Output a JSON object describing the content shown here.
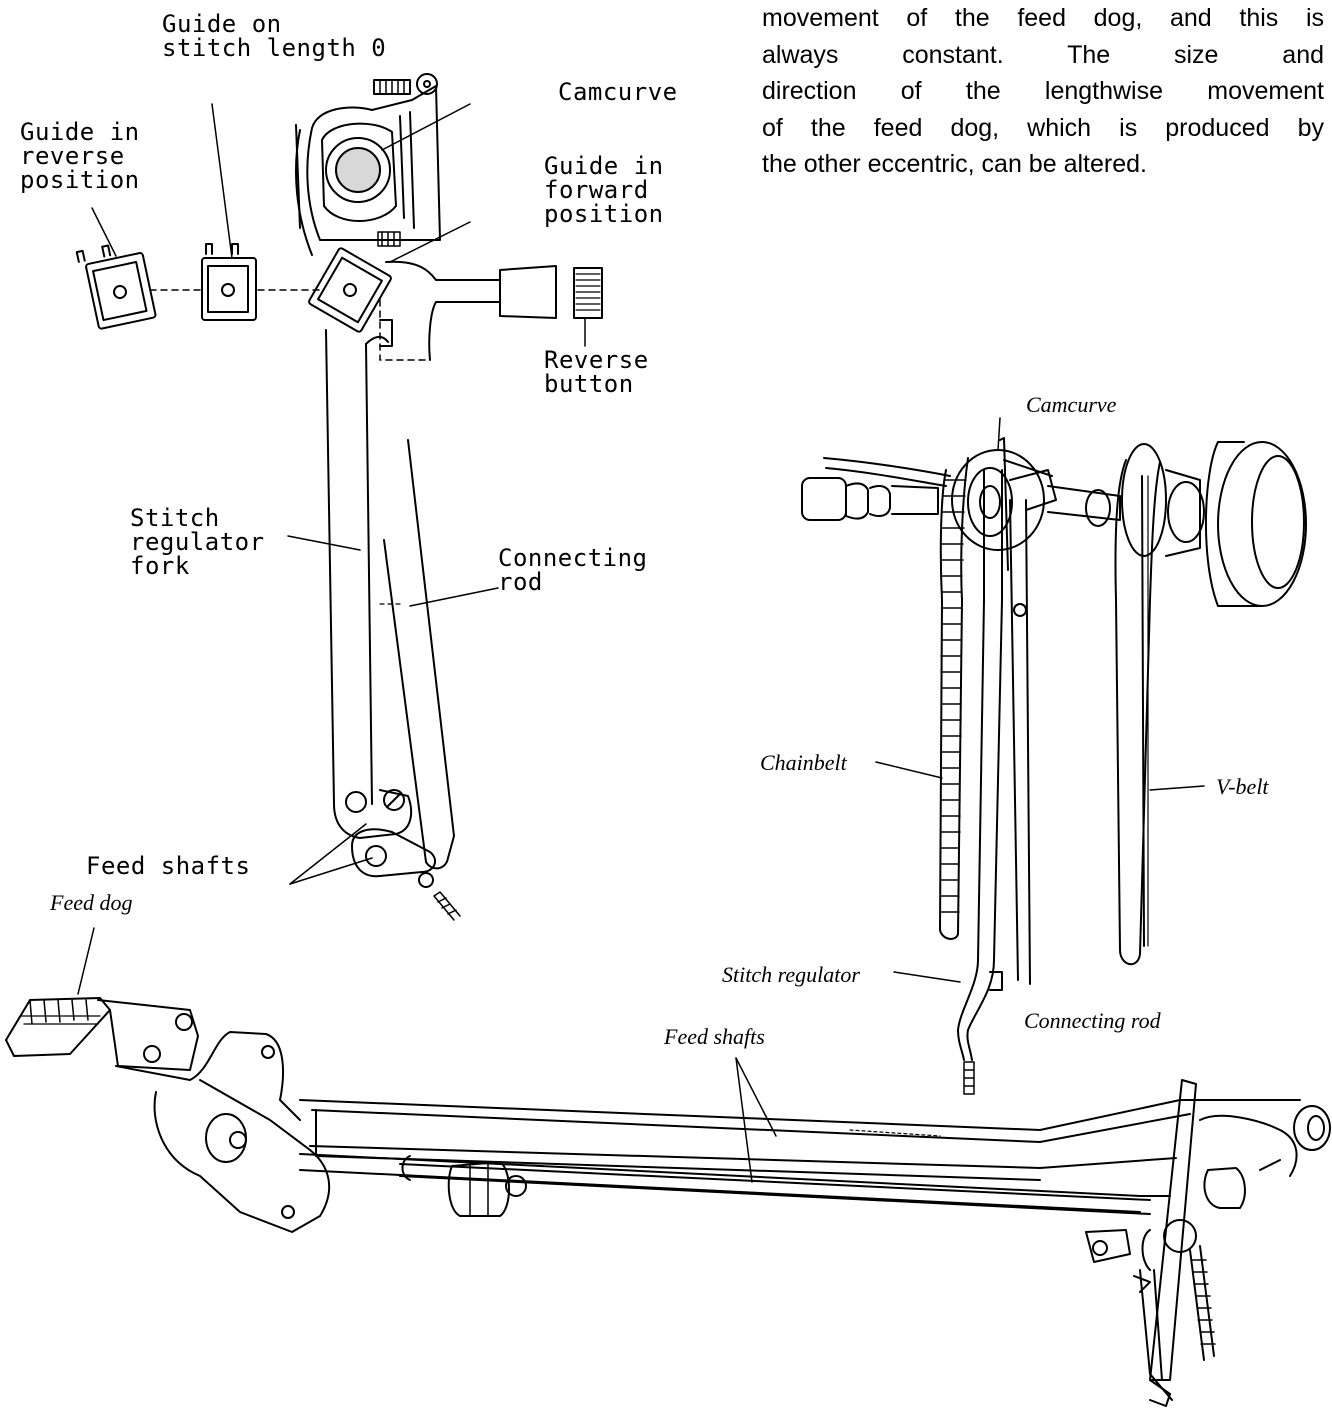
{
  "paragraph": {
    "lines": [
      "movement of the feed dog, and this is",
      "always constant. The size and",
      "direction of the lengthwise movement",
      "of the feed dog, which is produced by",
      "the other eccentric, can be altered."
    ]
  },
  "upper_diagram": {
    "labels": {
      "guide_stitch_zero": "Guide on\nstitch length 0",
      "camcurve": "Camcurve",
      "guide_reverse": "Guide in\nreverse\nposition",
      "guide_forward": "Guide in\nforward\nposition",
      "reverse_button": "Reverse\nbutton",
      "stitch_regulator_fork": "Stitch\nregulator\nfork",
      "connecting_rod": "Connecting\nrod",
      "feed_shafts": "Feed shafts"
    }
  },
  "lower_diagram": {
    "labels": {
      "feed_dog": "Feed dog",
      "feed_shafts": "Feed shafts"
    }
  },
  "right_diagram": {
    "labels": {
      "camcurve": "Camcurve",
      "chainbelt": "Chainbelt",
      "v_belt": "V-belt",
      "stitch_regulator": "Stitch regulator",
      "connecting_rod": "Connecting rod"
    }
  }
}
